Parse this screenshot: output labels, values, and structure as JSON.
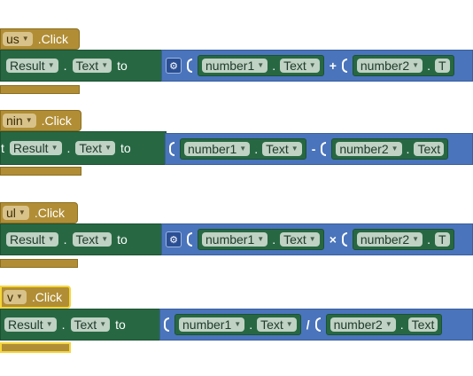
{
  "blocks": [
    {
      "event_component": "us",
      "event_name": ".Click",
      "target_component": "Result",
      "property": "Text",
      "to_label": "to",
      "operand1": "number1",
      "operand1_property": "Text",
      "operator": "+",
      "operand2": "number2",
      "operand2_property": "T"
    },
    {
      "event_component": "nin",
      "event_name": ".Click",
      "prefix": "t",
      "target_component": "Result",
      "property": "Text",
      "to_label": "to",
      "operand1": "number1",
      "operand1_property": "Text",
      "operator": "-",
      "operand2": "number2",
      "operand2_property": "Text"
    },
    {
      "event_component": "ul",
      "event_name": ".Click",
      "target_component": "Result",
      "property": "Text",
      "to_label": "to",
      "operand1": "number1",
      "operand1_property": "Text",
      "operator": "×",
      "operand2": "number2",
      "operand2_property": "T"
    },
    {
      "event_component": "v",
      "event_name": ".Click",
      "target_component": "Result",
      "property": "Text",
      "to_label": "to",
      "operand1": "number1",
      "operand1_property": "Text",
      "operator": "/",
      "operand2": "number2",
      "operand2_property": "Text"
    }
  ],
  "dot": ".",
  "colors": {
    "event": "#b18e35",
    "setter": "#276842",
    "math": "#4a74bb",
    "selected_outline": "#f5d63c"
  },
  "icons": {
    "mutator": "gear-icon",
    "dropdown": "chevron-down-icon"
  }
}
